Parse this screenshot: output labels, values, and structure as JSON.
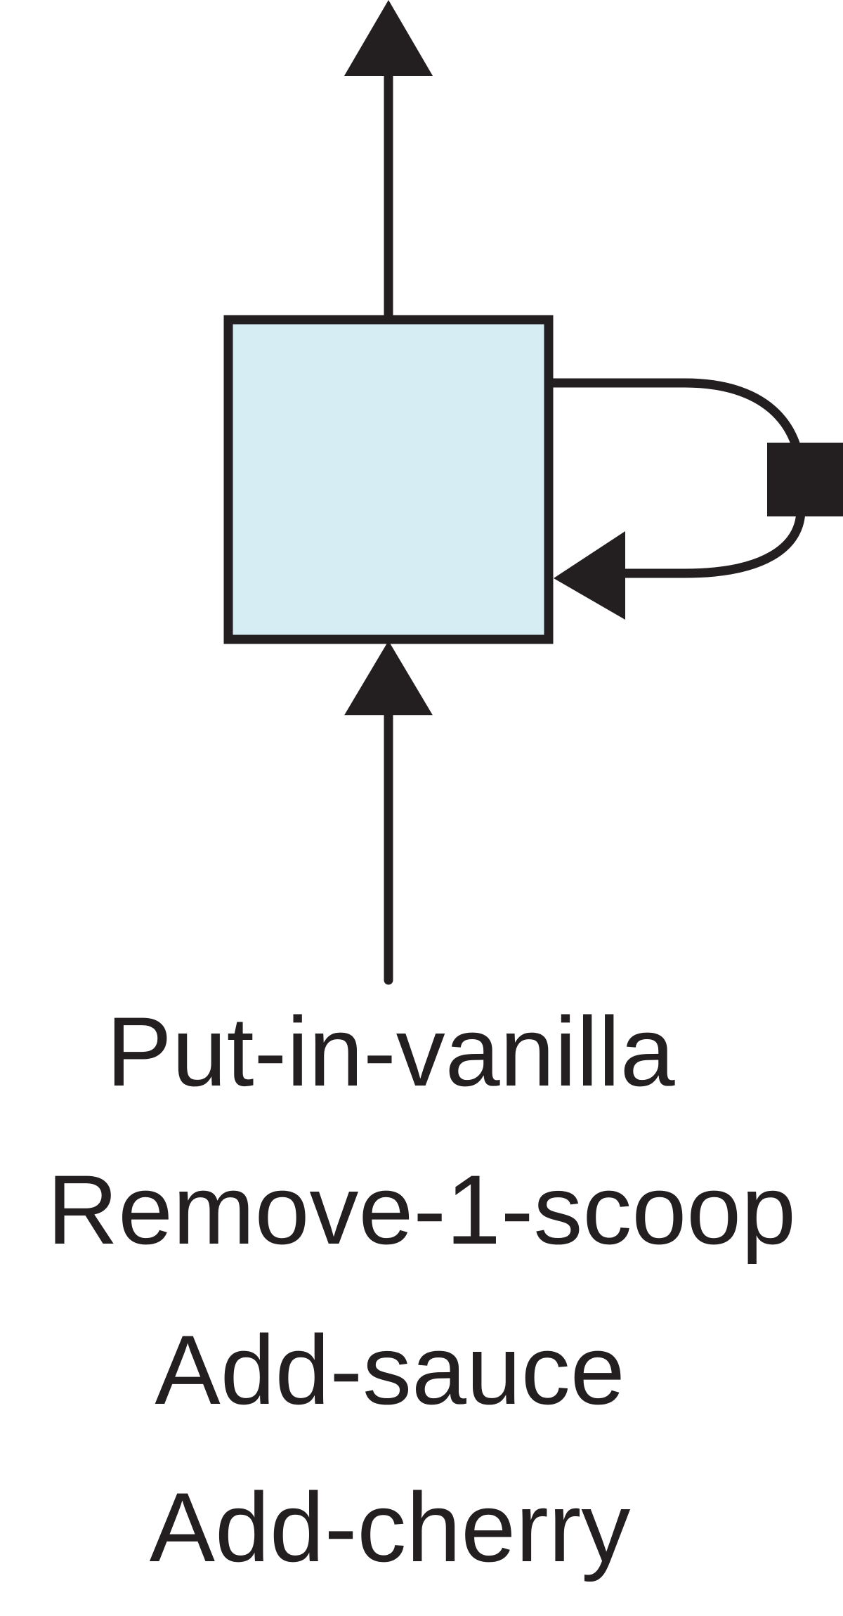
{
  "diagram": {
    "colors": {
      "stroke": "#231f20",
      "box_fill": "#d5edf3",
      "background": "#ffffff"
    },
    "inputs": [
      {
        "label": "Put-in-vanilla"
      },
      {
        "label": "Remove-1-scoop"
      },
      {
        "label": "Add-sauce"
      },
      {
        "label": "Add-cherry"
      }
    ]
  }
}
